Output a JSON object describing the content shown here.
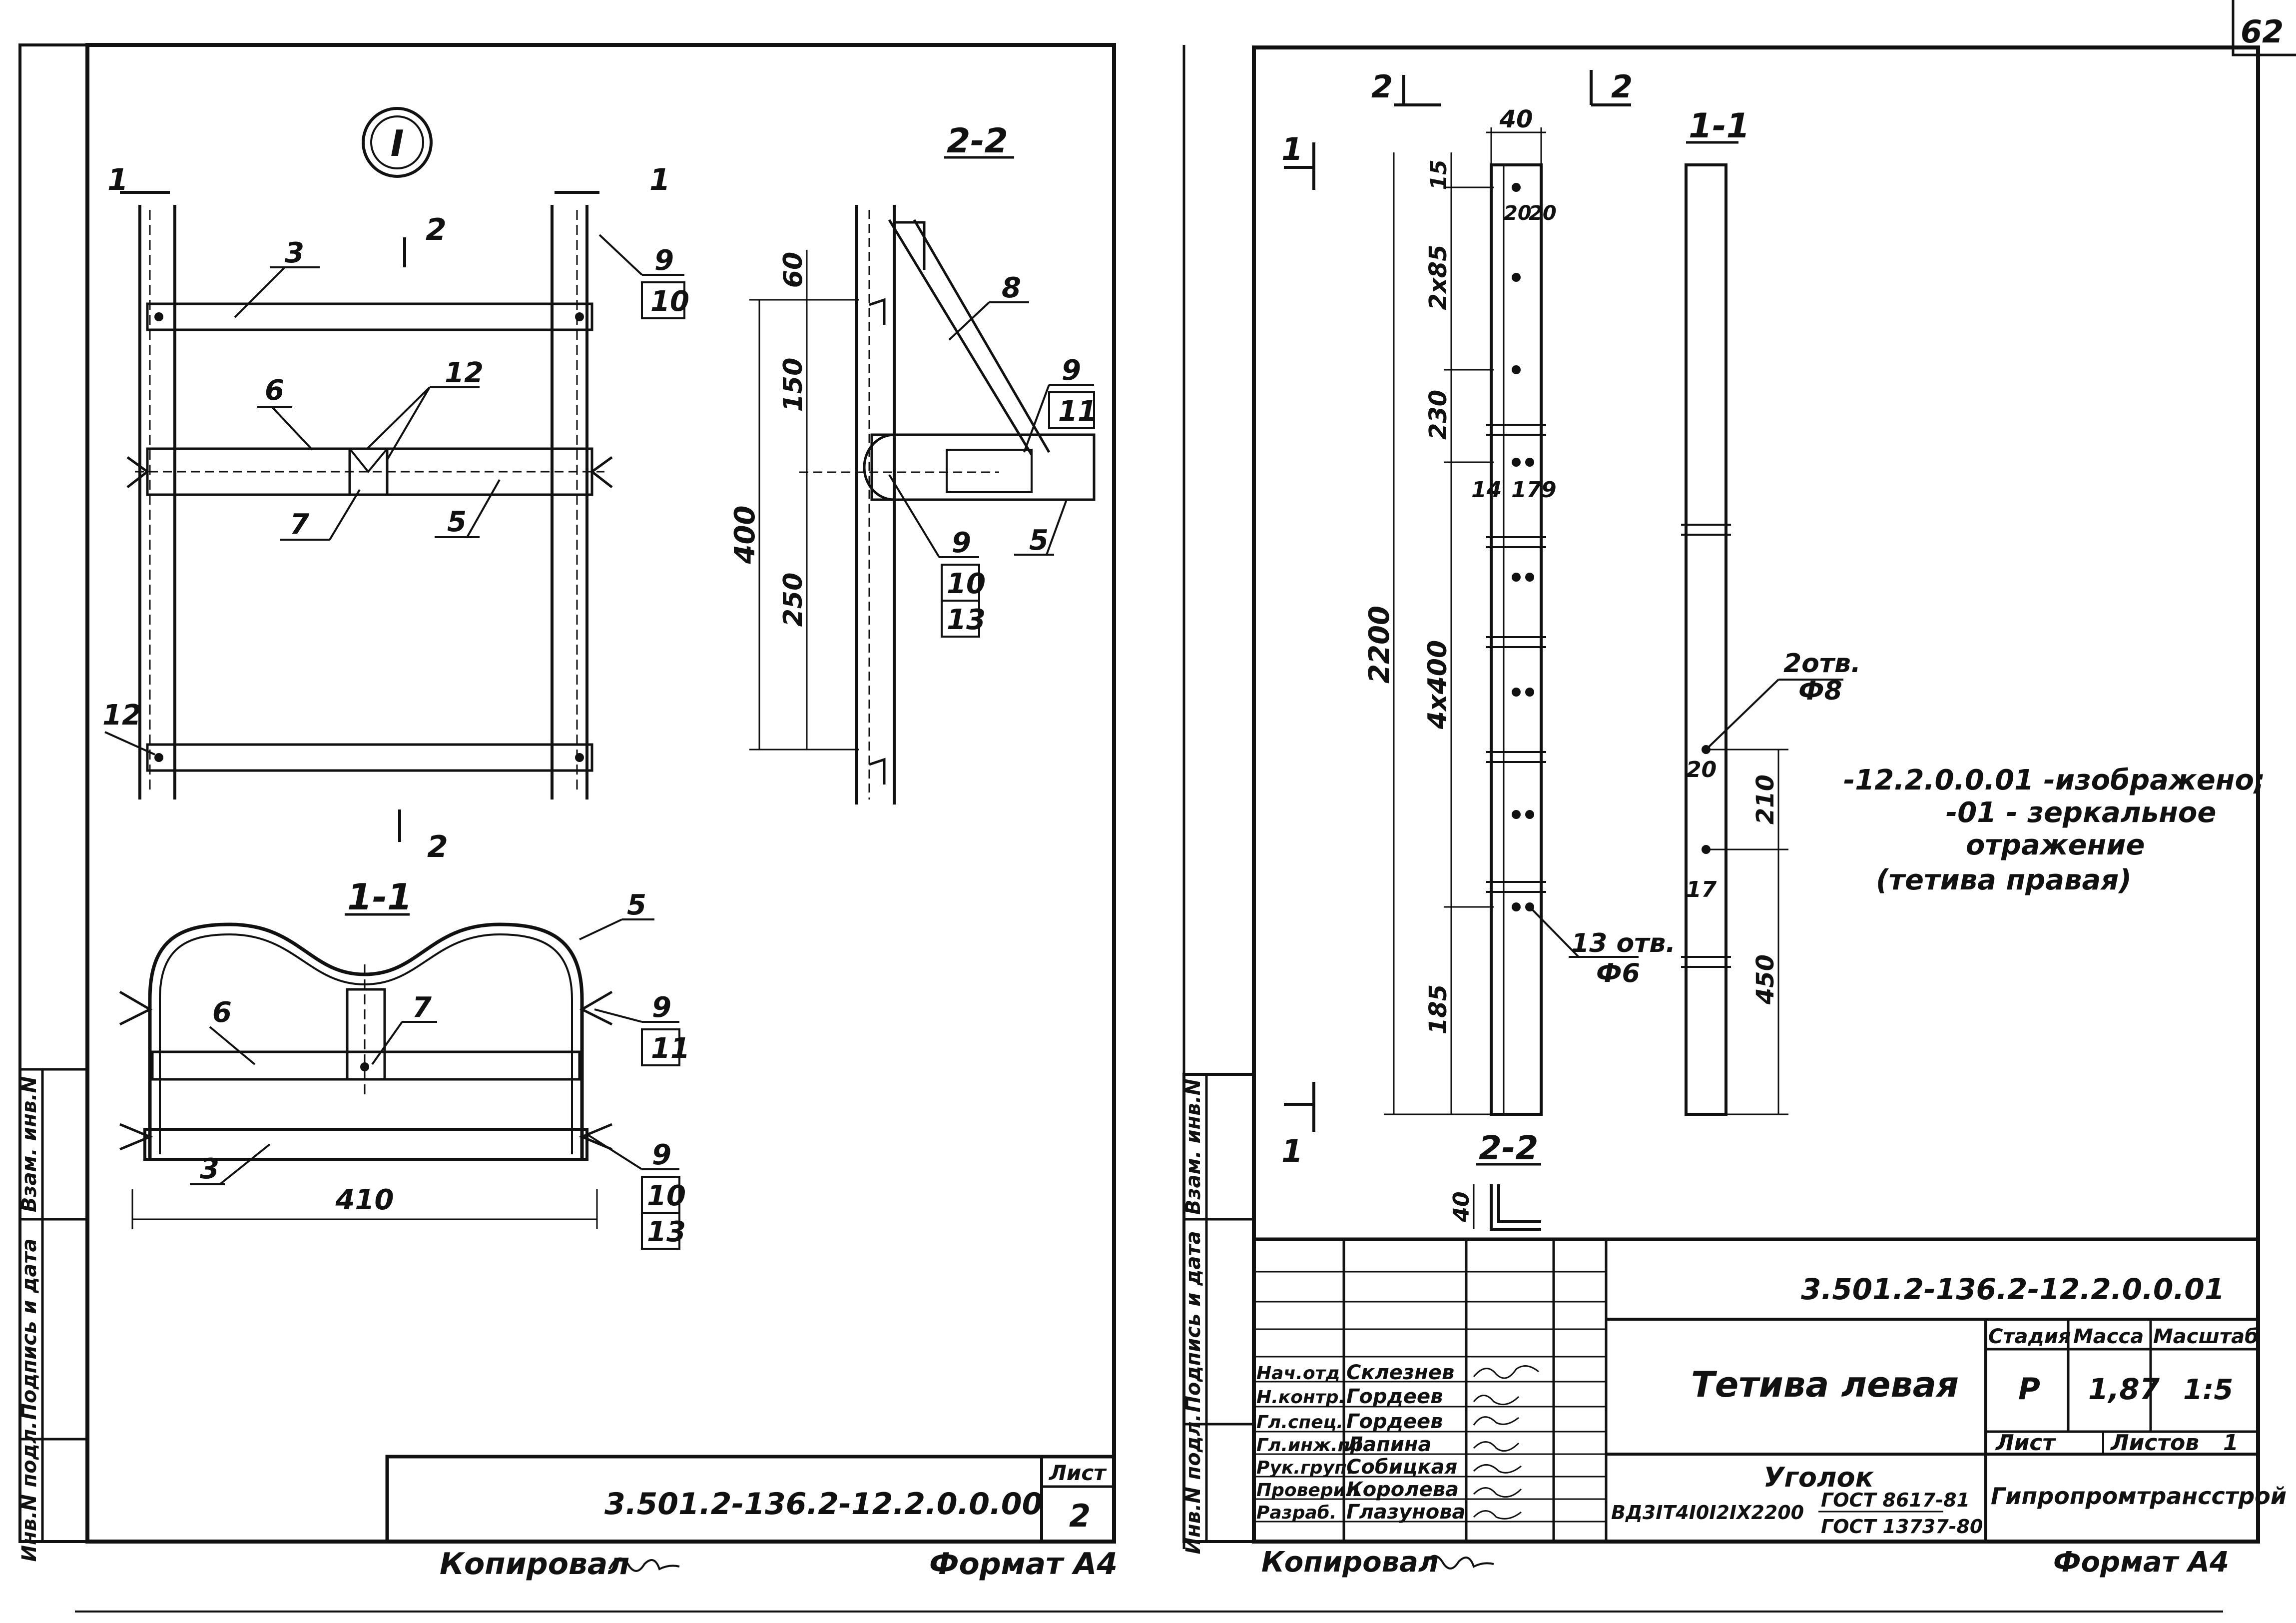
{
  "page_number": "62",
  "left_sheet": {
    "node_label": "I",
    "section_marks": {
      "s1_left": "1",
      "s1_right": "1",
      "s2_top": "2",
      "s2_bottom": "2"
    },
    "front_view": {
      "callouts": {
        "c3": "3",
        "c6": "6",
        "c12": "12",
        "c7": "7",
        "c5": "5",
        "c9": "9",
        "c10": "10",
        "c12b": "12"
      }
    },
    "section_2_2": {
      "title": "2-2",
      "dims": {
        "d60": "60",
        "d150": "150",
        "d400": "400",
        "d250": "250"
      },
      "callouts": {
        "c8": "8",
        "c9a": "9",
        "c11": "11",
        "c9b": "9",
        "c10": "10",
        "c13": "13",
        "c5": "5"
      }
    },
    "section_1_1": {
      "title": "1-1",
      "width_dim": "410",
      "callouts": {
        "c5": "5",
        "c6": "6",
        "c7": "7",
        "c9a": "9",
        "c11": "11",
        "c3": "3",
        "c9b": "9",
        "c10": "10",
        "c13": "13"
      }
    },
    "side_stamp": {
      "inv_podl": "Инв.N подл.",
      "podpis_data": "Подпись и дата",
      "vzam_inv": "Взам. инв.N"
    },
    "title_block": {
      "code": "3.501.2-136.2-12.2.0.0.00",
      "list_label": "Лист",
      "list_value": "2"
    },
    "footer": {
      "kopiroval": "Копировал",
      "format": "Формат А4"
    }
  },
  "right_sheet": {
    "section_marks": {
      "s2a": "2",
      "s2b": "2",
      "s1_top": "1",
      "s1_bottom": "1"
    },
    "main_view": {
      "dims": {
        "w40": "40",
        "d15": "15",
        "d20a": "20",
        "d20b": "20",
        "d2x85": "2x85",
        "d230": "230",
        "d14": "14",
        "d17": "17",
        "d9": "9",
        "d2200": "2200",
        "d4x400": "4x400",
        "d185": "185"
      },
      "holes": {
        "count": "13 отв.",
        "dia": "Ф6"
      }
    },
    "section_1_1": {
      "title": "1-1",
      "holes": {
        "count": "2отв.",
        "dia": "Ф8"
      },
      "dims": {
        "d20": "20",
        "d210": "210",
        "d17": "17",
        "d450": "450"
      }
    },
    "section_2_2": {
      "title": "2-2",
      "dim": "40"
    },
    "note": {
      "line1": "-12.2.0.0.01 -изображено;",
      "line2": "-01 - зеркальное",
      "line3": "отражение",
      "line4": "(тетива правая)"
    },
    "side_stamp": {
      "inv_podl": "Инв.N подл.",
      "podpis_data": "Подпись и дата",
      "vzam_inv": "Взам. инв.N"
    },
    "title_block": {
      "code": "3.501.2-136.2-12.2.0.0.01",
      "name": "Тетива левая",
      "stadia_label": "Стадия",
      "massa_label": "Масса",
      "masshtab_label": "Масштаб",
      "stadia": "Р",
      "massa": "1,87",
      "masshtab": "1:5",
      "list_label": "Лист",
      "listov_label": "Листов",
      "listov_value": "1",
      "material_title": "Уголок",
      "material_spec": "ВД3IТ4I0I2IX2200",
      "gost1": "ГОСТ 8617-81",
      "gost2": "ГОСТ 13737-80",
      "organization": "Гипропромтрансстрой",
      "staff": [
        {
          "role": "Нач.отд",
          "name": "Склезнев"
        },
        {
          "role": "Н.контр.",
          "name": "Гордеев"
        },
        {
          "role": "Гл.спец.",
          "name": "Гордеев"
        },
        {
          "role": "Гл.инж.пр.",
          "name": "Лапина"
        },
        {
          "role": "Рук.груп.",
          "name": "Собицкая"
        },
        {
          "role": "Проверил",
          "name": "Королева"
        },
        {
          "role": "Разраб.",
          "name": "Глазунова"
        }
      ]
    },
    "footer": {
      "kopiroval": "Копировал",
      "format": "Формат А4"
    }
  }
}
